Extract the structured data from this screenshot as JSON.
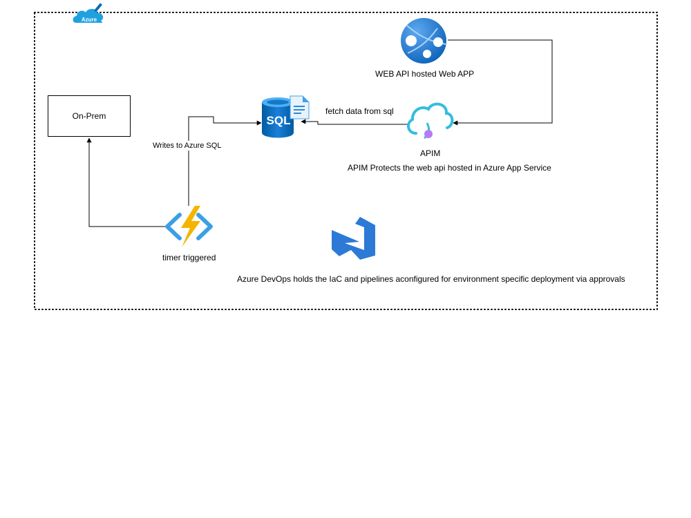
{
  "diagram": {
    "boundary_badge": "Azure",
    "nodes": {
      "onprem": {
        "label": "On-Prem"
      },
      "function": {
        "label": "timer triggered",
        "icon": "azure-functions-icon"
      },
      "sql": {
        "label": "SQL",
        "icon": "azure-sql-database-icon"
      },
      "webapp": {
        "label": "WEB API hosted Web APP",
        "icon": "app-service-icon"
      },
      "apim": {
        "label": "APIM",
        "caption": "APIM Protects the web api hosted in Azure App Service",
        "icon": "api-management-icon"
      },
      "devops": {
        "caption": "Azure DevOps holds the IaC and pipelines aconfigured for environment specific deployment via approvals",
        "icon": "azure-devops-icon"
      }
    },
    "edges": {
      "function_to_sql": "Writes to Azure SQL",
      "apim_to_sql": "fetch data from sql"
    },
    "colors": {
      "line": "#000000",
      "azure_blue": "#0078d4",
      "function_yellow": "#f5b400",
      "apim_cyan": "#32bedd",
      "apim_dot": "#b77af4",
      "devops_blue": "#2c7ad6"
    }
  }
}
